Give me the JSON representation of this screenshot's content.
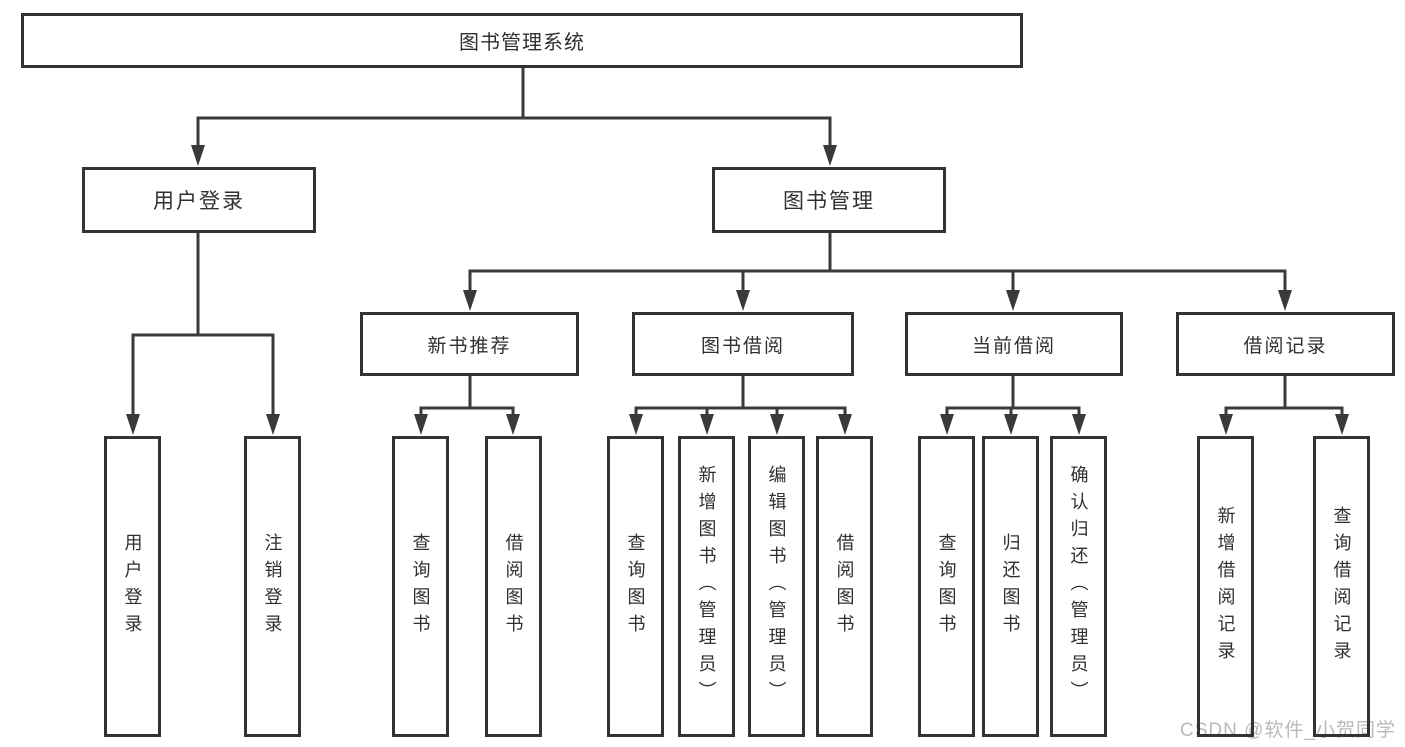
{
  "diagram": {
    "root": {
      "label": "图书管理系统"
    },
    "user_login": {
      "label": "用户登录",
      "children": {
        "login": {
          "label": "用户登录"
        },
        "logout": {
          "label": "注销登录"
        }
      }
    },
    "book_mgmt": {
      "label": "图书管理",
      "sections": {
        "new_recommend": {
          "label": "新书推荐",
          "children": {
            "query": {
              "label": "查询图书"
            },
            "borrow": {
              "label": "借阅图书"
            }
          }
        },
        "book_borrow": {
          "label": "图书借阅",
          "children": {
            "query": {
              "label": "查询图书"
            },
            "add": {
              "label": "新增图书（管理员）"
            },
            "edit": {
              "label": "编辑图书（管理员）"
            },
            "borrow": {
              "label": "借阅图书"
            }
          }
        },
        "current_borrow": {
          "label": "当前借阅",
          "children": {
            "query": {
              "label": "查询图书"
            },
            "return_book": {
              "label": "归还图书"
            },
            "confirm": {
              "label": "确认归还（管理员）"
            }
          }
        },
        "borrow_records": {
          "label": "借阅记录",
          "children": {
            "add": {
              "label": "新增借阅记录"
            },
            "query": {
              "label": "查询借阅记录"
            }
          }
        }
      }
    }
  },
  "watermark": {
    "text": "CSDN @软件_小贺同学"
  },
  "colors": {
    "line": "#3a3a3a",
    "box_border": "#333333",
    "text": "#303030",
    "watermark": "#b9b9b9",
    "background": "#ffffff"
  }
}
